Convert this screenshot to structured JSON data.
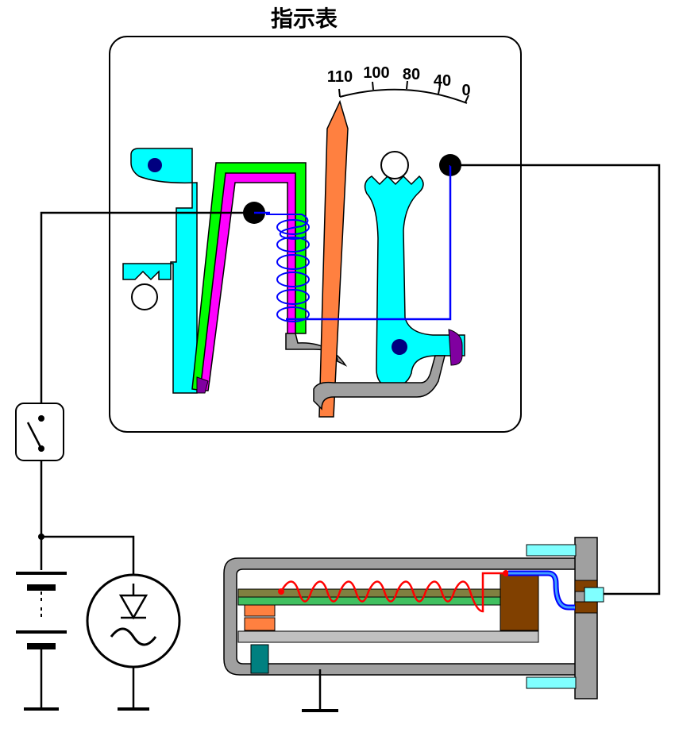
{
  "title": "指示表",
  "scale": {
    "labels": [
      "110",
      "100",
      "80",
      "40",
      "0"
    ]
  },
  "colors": {
    "wire": "#000000",
    "coil_wire": "#0000ff",
    "cyan_part": "#00ffff",
    "pointer": "#ff8040",
    "green_strip": "#00ff00",
    "magenta_strip": "#ff00ff",
    "sensor_heater": "#ff0000",
    "housing": "#808080",
    "insulator_green": "#40c060",
    "contact_brown": "#804000",
    "contact_orange": "#ff8040"
  },
  "components": {
    "gauge_frame": "rounded-rect-housing",
    "switch": "ignition-switch",
    "battery": "battery-symbol",
    "generator": "alternator-symbol",
    "sensor": "temperature-sensor"
  }
}
